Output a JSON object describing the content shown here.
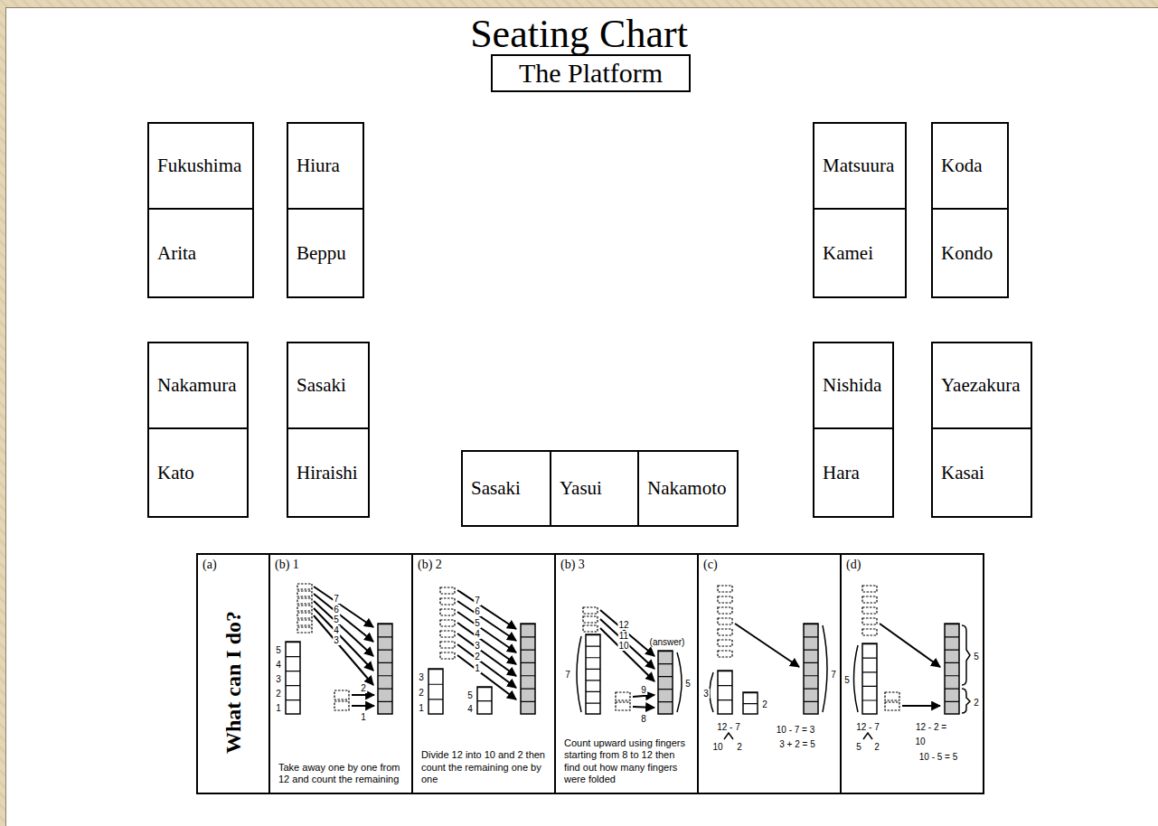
{
  "diagram": {
    "title": "Seating Chart",
    "nodes": [
      {
        "text": [
          "The Platform"
        ]
      },
      {
        "text": [
          "Fukushima"
        ]
      },
      {
        "text": [
          "Arita"
        ]
      },
      {
        "text": [
          "Hiura"
        ]
      },
      {
        "text": [
          "Beppu"
        ]
      },
      {
        "text": [
          "Matsuura"
        ]
      },
      {
        "text": [
          "Kamei"
        ]
      },
      {
        "text": [
          "Koda"
        ]
      },
      {
        "text": [
          "Kondo"
        ]
      },
      {
        "text": [
          "Nakamura"
        ]
      },
      {
        "text": [
          "Kato"
        ]
      },
      {
        "text": [
          "Sasaki"
        ]
      },
      {
        "text": [
          "Hiraishi"
        ]
      },
      {
        "text": [
          "Nishida"
        ]
      },
      {
        "text": [
          "Hara"
        ]
      },
      {
        "text": [
          "Yaezakura"
        ]
      },
      {
        "text": [
          "Kasai"
        ]
      },
      {
        "text": [
          "Sasaki"
        ]
      },
      {
        "text": [
          "Yasui"
        ]
      },
      {
        "text": [
          "Nakamoto"
        ]
      },
      {
        "text": [
          "(a)",
          "What can I do?"
        ]
      },
      {
        "text": [
          "(b) 1",
          "Take away one by one from 12 and count the remaining"
        ]
      },
      {
        "text": [
          "(b) 2",
          "Divide 12 into 10 and 2 then count the remaining one by one"
        ]
      },
      {
        "text": [
          "(b) 3",
          "Count upward using fingers starting from 8 to 12 then find out how many fingers were folded"
        ]
      },
      {
        "text": [
          "(c)"
        ]
      },
      {
        "text": [
          "(d)"
        ]
      }
    ],
    "labels": [
      "7",
      "6",
      "5",
      "4",
      "3",
      "5",
      "4",
      "3",
      "2",
      "1",
      "2",
      "1",
      "7",
      "6",
      "5",
      "4",
      "3",
      "2",
      "1",
      "3",
      "2",
      "1",
      "5",
      "4",
      "12",
      "11",
      "10",
      "(answer)",
      "7",
      "9",
      "8",
      "5",
      "7",
      "3",
      "2",
      "12 - 7",
      "10",
      "2",
      "10 - 7 = 3",
      "3 + 2 = 5",
      "5",
      "5",
      "2",
      "12 - 7",
      "5",
      "2",
      "12 - 2 =",
      "10",
      "10 - 5 = 5"
    ]
  }
}
